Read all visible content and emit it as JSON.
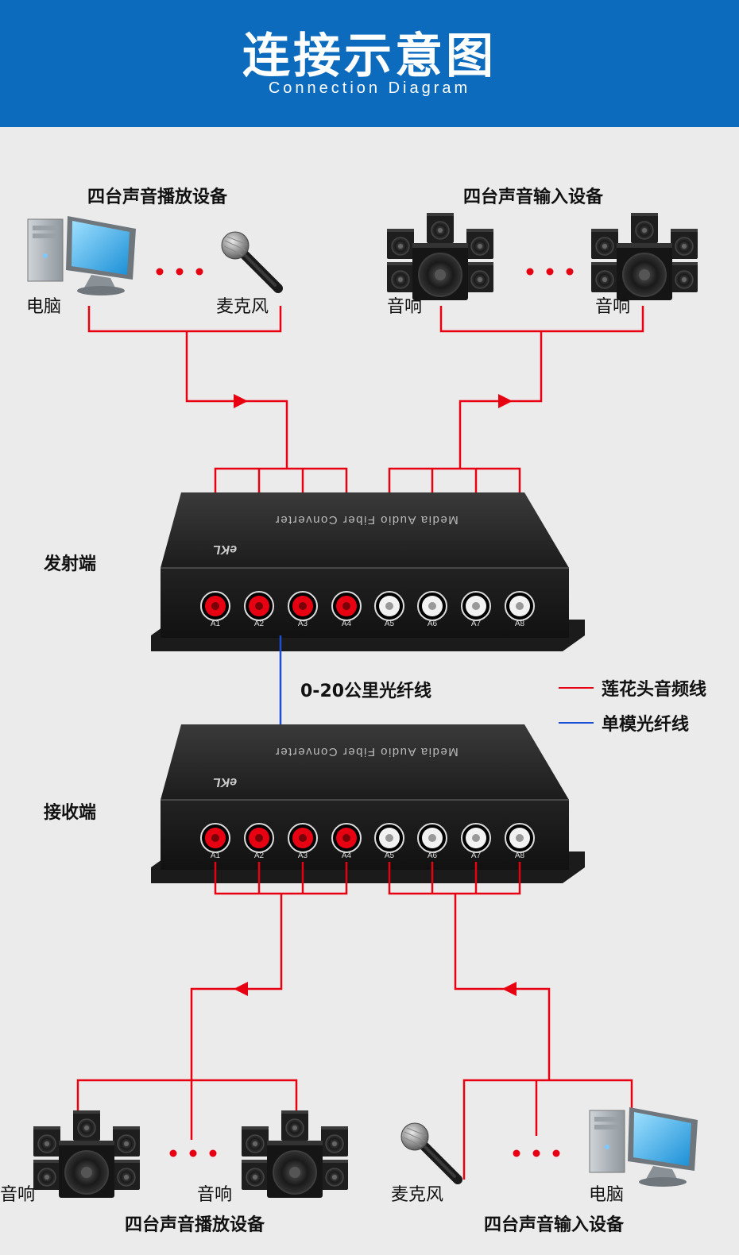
{
  "header": {
    "title": "连接示意图",
    "subtitle": "Connection Diagram"
  },
  "top": {
    "left_group": "四台声音播放设备",
    "right_group": "四台声音输入设备",
    "computer": "电脑",
    "microphone": "麦克风",
    "speaker_a": "音响",
    "speaker_b": "音响"
  },
  "devices": {
    "transmitter": "发射端",
    "receiver": "接收端",
    "panel_text": "Media Audio Fiber Converter",
    "brand": "eKL",
    "ports": [
      "A1",
      "A2",
      "A3",
      "A4",
      "A5",
      "A6",
      "A7",
      "A8"
    ]
  },
  "fiber_label": "0-20公里光纤线",
  "legend": [
    {
      "label": "莲花头音频线",
      "color": "#e60012"
    },
    {
      "label": "单模光纤线",
      "color": "#1a4fd6"
    }
  ],
  "bottom": {
    "left_group": "四台声音播放设备",
    "right_group": "四台声音输入设备",
    "speaker_a": "音响",
    "speaker_b": "音响",
    "microphone": "麦克风",
    "computer": "电脑"
  },
  "ellipsis": "• • •"
}
